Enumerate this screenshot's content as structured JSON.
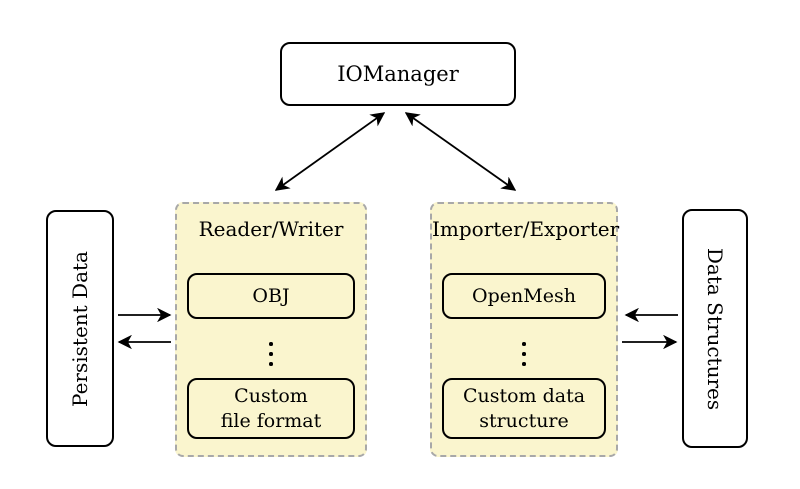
{
  "colors": {
    "container_fill": "#FAF5CE",
    "container_border": "#A8A8A8",
    "node_border": "#000000",
    "node_fill": "#FFFFFF",
    "arrow": "#000000"
  },
  "nodes": {
    "iomanager": {
      "label": "IOManager"
    },
    "persistent_data": {
      "label": "Persistent Data"
    },
    "data_structures": {
      "label": "Data Structures"
    },
    "reader_writer": {
      "title": "Reader/Writer",
      "top_box": "OBJ",
      "ellipsis_icon": "⋮",
      "bottom_box": "Custom\nfile format"
    },
    "importer_exporter": {
      "title": "Importer/Exporter",
      "top_box": "OpenMesh",
      "ellipsis_icon": "⋮",
      "bottom_box": "Custom data\nstructure"
    }
  }
}
